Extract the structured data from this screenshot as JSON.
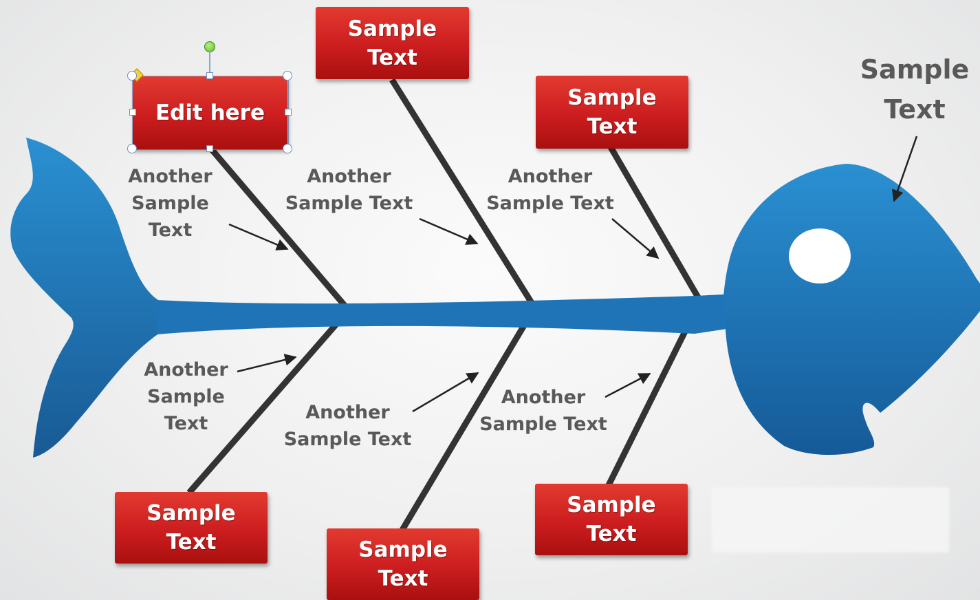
{
  "colors": {
    "fish_blue_light": "#2a8fd0",
    "fish_blue_dark": "#145a96",
    "box_red": "#cc1d1f",
    "bone": "#333333",
    "text_gray": "#595959"
  },
  "head_label": "Sample\nText",
  "edit_box": {
    "label": "Edit here"
  },
  "boxes": [
    {
      "id": "top-middle",
      "label": "Sample\nText"
    },
    {
      "id": "top-right",
      "label": "Sample\nText"
    },
    {
      "id": "bottom-left",
      "label": "Sample\nText"
    },
    {
      "id": "bottom-middle",
      "label": "Sample\nText"
    },
    {
      "id": "bottom-right",
      "label": "Sample\nText"
    }
  ],
  "bone_labels": [
    {
      "id": "top-left",
      "text": "Another\nSample\nText"
    },
    {
      "id": "top-middle",
      "text": "Another\nSample Text"
    },
    {
      "id": "top-right",
      "text": "Another\nSample Text"
    },
    {
      "id": "bottom-left",
      "text": "Another\nSample\nText"
    },
    {
      "id": "bottom-middle",
      "text": "Another\nSample Text"
    },
    {
      "id": "bottom-right",
      "text": "Another\nSample Text"
    }
  ]
}
